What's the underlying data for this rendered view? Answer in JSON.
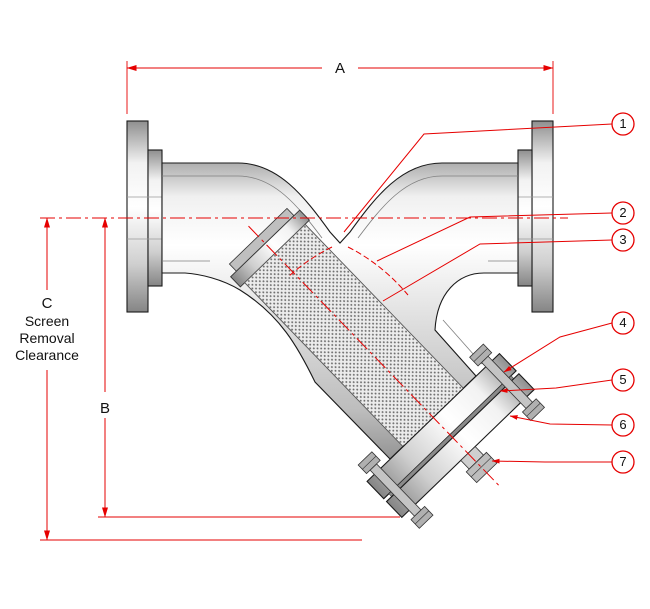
{
  "diagram": {
    "type": "technical-drawing",
    "subject": "Y-strainer flanged cross-section",
    "colors": {
      "dimension_red": "#e60000",
      "line_black": "#1a1a1a",
      "metal_light": "#f5f5f5",
      "metal_dark": "#8f8f8f",
      "screen_dot": "#6f6f6f"
    },
    "dimensions": {
      "a": {
        "label": "A"
      },
      "b": {
        "label": "B"
      },
      "c": {
        "label": "C",
        "caption_line1": "Screen",
        "caption_line2": "Removal",
        "caption_line3": "Clearance"
      }
    },
    "callouts": [
      {
        "number": "1"
      },
      {
        "number": "2"
      },
      {
        "number": "3"
      },
      {
        "number": "4"
      },
      {
        "number": "5"
      },
      {
        "number": "6"
      },
      {
        "number": "7"
      }
    ]
  }
}
